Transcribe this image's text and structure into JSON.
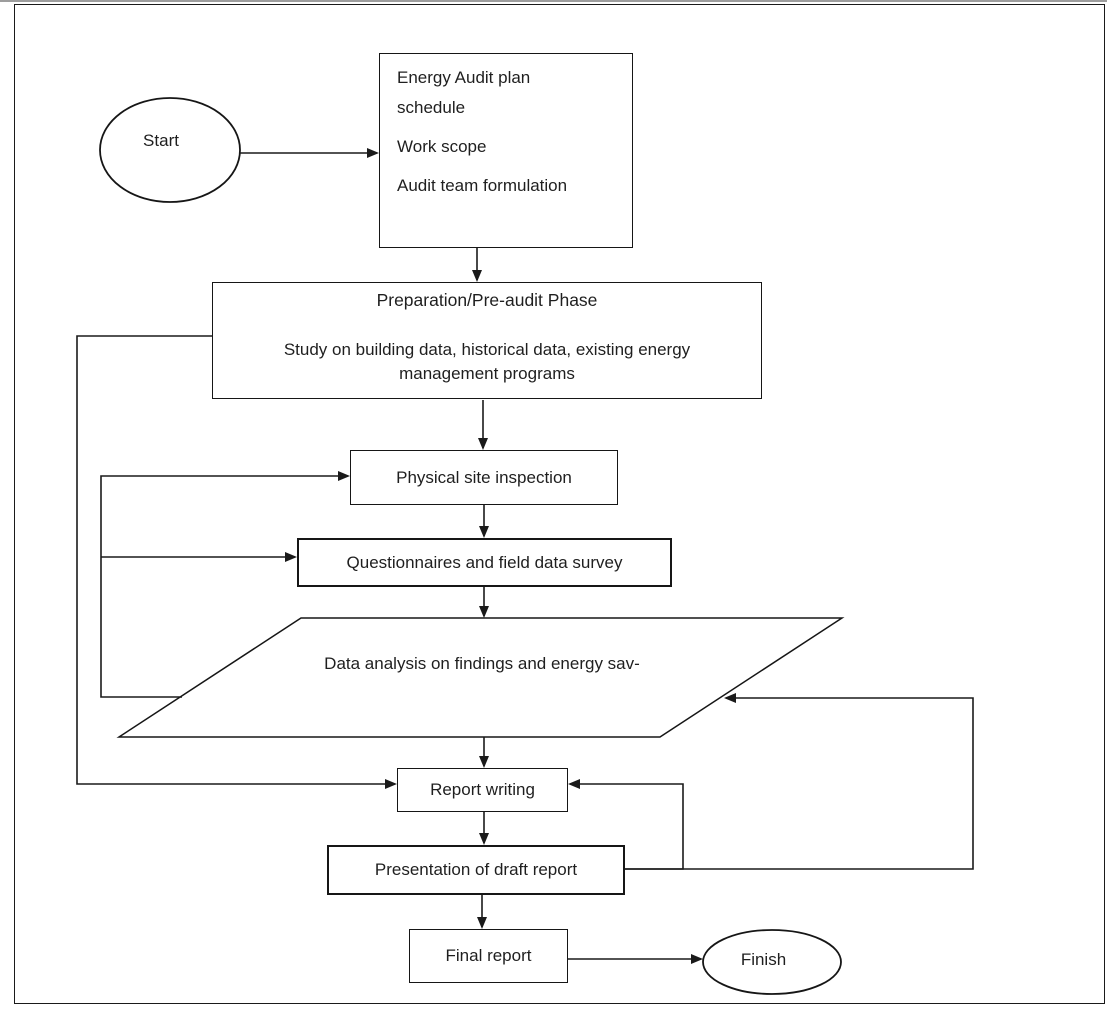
{
  "page": {
    "background": "#ffffff",
    "line_color": "#1a1a1a",
    "text_color": "#1f1f1f"
  },
  "nodes": {
    "start": {
      "shape": "ellipse",
      "label": "Start"
    },
    "plan": {
      "shape": "rect",
      "lines": [
        "Energy Audit plan",
        "schedule",
        "Work scope",
        "Audit team formulation"
      ]
    },
    "preparation": {
      "shape": "rect",
      "title": "Preparation/Pre-audit Phase",
      "lines": [
        "Study on building data, historical data, existing energy",
        "management programs"
      ]
    },
    "inspection": {
      "shape": "rect",
      "label": "Physical site inspection"
    },
    "questionnaires": {
      "shape": "rect",
      "label": "Questionnaires and field data survey"
    },
    "analysis": {
      "shape": "parallelogram",
      "label": "Data analysis on findings and energy sav-"
    },
    "report": {
      "shape": "rect",
      "label": "Report writing"
    },
    "presentation": {
      "shape": "rect",
      "label": "Presentation of draft report"
    },
    "final": {
      "shape": "rect",
      "label": "Final report"
    },
    "finish": {
      "shape": "ellipse",
      "label": "Finish"
    }
  },
  "edges": [
    {
      "from": "start",
      "to": "plan"
    },
    {
      "from": "plan",
      "to": "preparation"
    },
    {
      "from": "preparation",
      "to": "inspection"
    },
    {
      "from": "inspection",
      "to": "questionnaires"
    },
    {
      "from": "questionnaires",
      "to": "analysis"
    },
    {
      "from": "analysis",
      "to": "report"
    },
    {
      "from": "report",
      "to": "presentation"
    },
    {
      "from": "presentation",
      "to": "final"
    },
    {
      "from": "final",
      "to": "finish"
    },
    {
      "from": "analysis",
      "to": "inspection",
      "type": "feedback"
    },
    {
      "from": "analysis",
      "to": "questionnaires",
      "type": "feedback"
    },
    {
      "from": "preparation",
      "to": "report",
      "type": "feedback"
    },
    {
      "from": "presentation",
      "to": "report",
      "type": "feedback"
    },
    {
      "from": "presentation",
      "to": "analysis",
      "type": "feedback"
    }
  ]
}
